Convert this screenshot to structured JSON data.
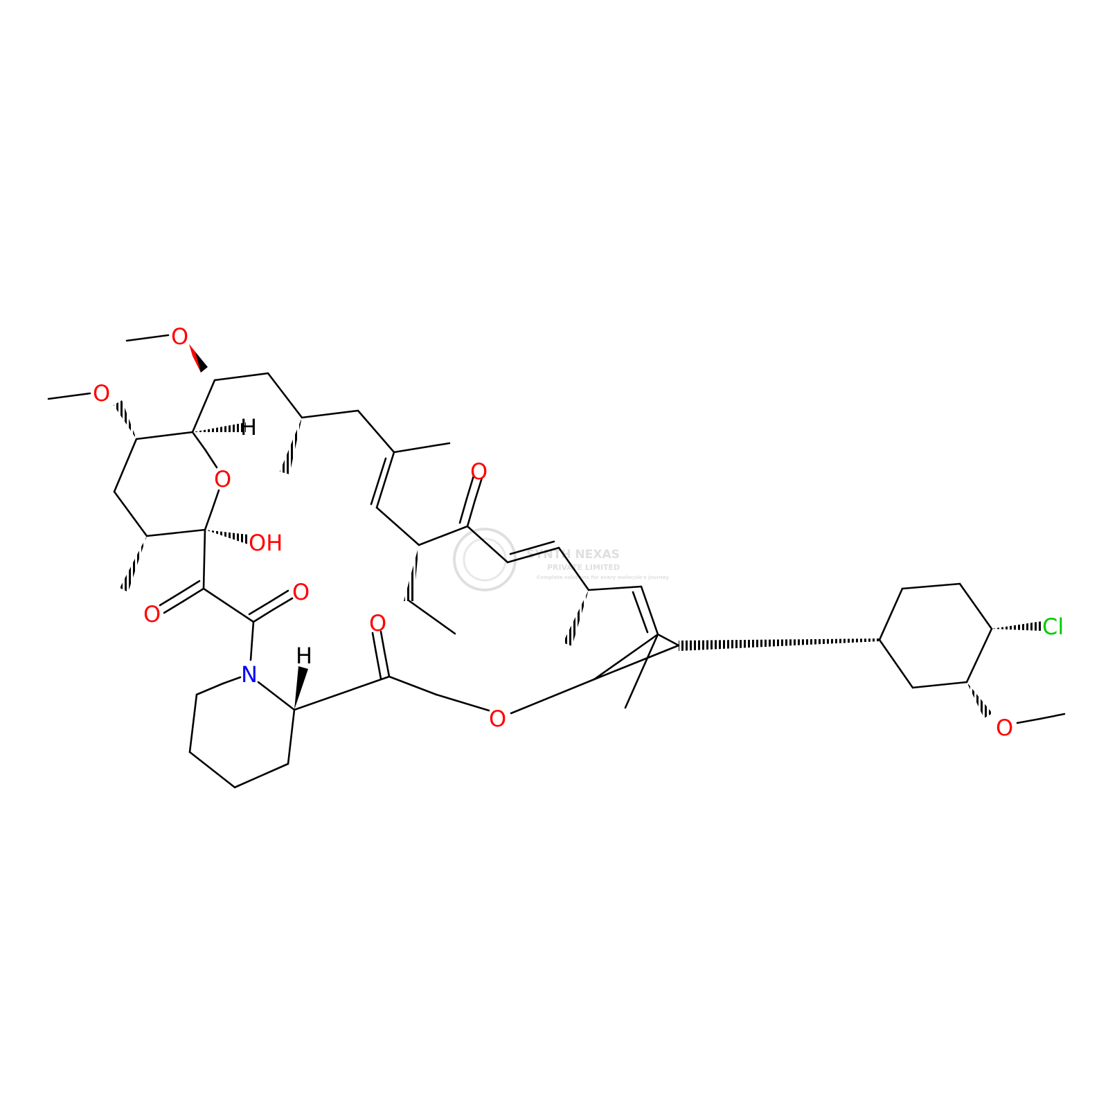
{
  "colors": {
    "bond": "#000000",
    "oxygen": "#ff0000",
    "nitrogen": "#0000ff",
    "chlorine": "#00cc00",
    "hydrogen": "#000000",
    "watermark": "#dcdcdc"
  },
  "watermark": {
    "line1": "SYNTH NEXAS",
    "line2": "PRIVATE LIMITED",
    "line3": "Complete solutions for every molecule's journey"
  },
  "atom_labels": {
    "o_methoxy_top": "O",
    "o_methoxy_left": "O",
    "h_ring": "H",
    "o_ring": "O",
    "oh_label": "OH",
    "o_keto_left": "O",
    "o_amide": "O",
    "n_pip": "N",
    "h_pip": "H",
    "o_ester_carbonyl": "O",
    "o_ester": "O",
    "o_ketone_mid": "O",
    "cl_label": "Cl",
    "o_methoxy_right": "O"
  }
}
